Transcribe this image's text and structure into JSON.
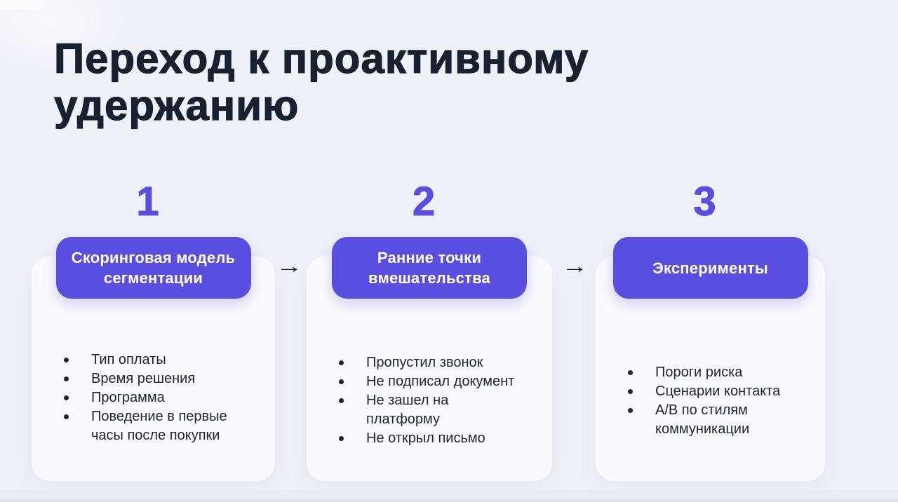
{
  "slide": {
    "title": "Переход к проактивному\nудержанию",
    "arrow_glyph": "→",
    "colors": {
      "accent_purple": "#5A4EE0",
      "title_dark": "#182130",
      "body_text": "#1D2433",
      "background": "#EFF1F9",
      "card_background": "#F9FAFD",
      "box_text": "#FFFFFF",
      "arrow": "#101114"
    },
    "steps": [
      {
        "number": "1",
        "box_label": "Скоринговая модель\nсегментации",
        "bullets": [
          "Тип оплаты",
          "Время решения",
          "Программа",
          "Поведение в первые\nчасы после покупки"
        ]
      },
      {
        "number": "2",
        "box_label": "Ранние точки\nвмешательства",
        "bullets": [
          "Пропустил звонок",
          "Не подписал документ",
          "Не зашел на\nплатформу",
          "Не открыл письмо"
        ]
      },
      {
        "number": "3",
        "box_label": "Эксперименты",
        "bullets": [
          "Пороги риска",
          "Сценарии контакта",
          "A/B по стилям\nкоммуникации"
        ]
      }
    ]
  }
}
